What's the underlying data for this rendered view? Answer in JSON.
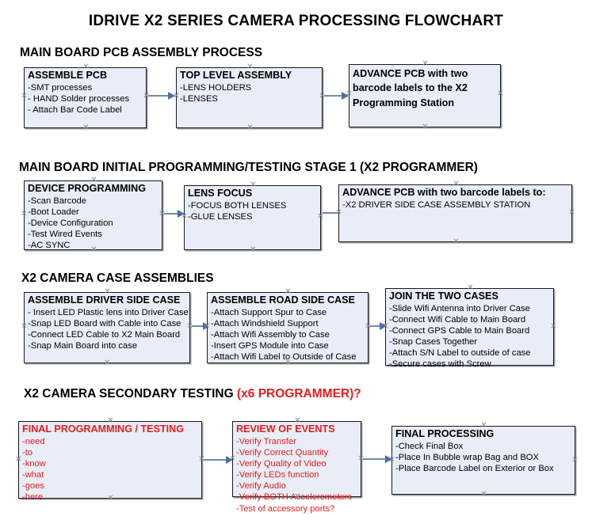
{
  "document": {
    "title": "IDRIVE X2  SERIES CAMERA PROCESSING FLOWCHART"
  },
  "sections": [
    {
      "id": "main-board-pcb-assembly",
      "heading": "MAIN BOARD PCB ASSEMBLY PROCESS",
      "heading_suffix": "",
      "nodes": [
        {
          "id": "assemble-pcb",
          "title": "ASSEMBLE PCB",
          "lines": [
            "-SMT processes",
            "- HAND Solder processes",
            "- Attach Bar Code Label"
          ],
          "color": "black"
        },
        {
          "id": "top-level-assembly",
          "title": "TOP LEVEL ASSEMBLY",
          "lines": [
            "-LENS HOLDERS",
            "-LENSES"
          ],
          "color": "black"
        },
        {
          "id": "advance-pcb-to-x2-programming-station",
          "title": "ADVANCE PCB with two barcode labels to the  X2 Programming Station",
          "lines": [],
          "color": "black"
        }
      ]
    },
    {
      "id": "main-board-initial-programming",
      "heading": "MAIN BOARD INITIAL PROGRAMMING/TESTING STAGE 1 (X2 PROGRAMMER)",
      "heading_suffix": "",
      "nodes": [
        {
          "id": "device-programming",
          "title": "DEVICE PROGRAMMING",
          "lines": [
            "-Scan Barcode",
            "-Boot Loader",
            "-Device Configuration",
            "-Test Wired Events",
            "-AC SYNC"
          ],
          "color": "black"
        },
        {
          "id": "lens-focus",
          "title": "LENS FOCUS",
          "lines": [
            "-FOCUS BOTH LENSES",
            "-GLUE LENSES"
          ],
          "color": "black"
        },
        {
          "id": "advance-pcb-to-driver-side-case-station",
          "title": "ADVANCE PCB with two barcode labels to:",
          "lines": [
            "-X2 DRIVER  SIDE  CASE  ASSEMBLY STATION"
          ],
          "color": "black"
        }
      ]
    },
    {
      "id": "x2-camera-case-assemblies",
      "heading": "X2 CAMERA CASE ASSEMBLIES",
      "heading_suffix": "",
      "nodes": [
        {
          "id": "assemble-driver-side-case",
          "title": "ASSEMBLE DRIVER SIDE CASE",
          "lines": [
            "- Insert LED Plastic lens into Driver Case",
            "-Snap LED Board with Cable into Case",
            "-Connect LED Cable to X2 Main Board",
            "-Snap Main Board into case"
          ],
          "color": "black"
        },
        {
          "id": "assemble-road-side-case",
          "title": "ASSEMBLE ROAD SIDE CASE",
          "lines": [
            "-Attach Support Spur to Case",
            "-Attach Windshield Support",
            "-Attach Wifi Assembly to Case",
            "-Insert GPS Module into Case",
            "-Attach Wifi Label to Outside of Case"
          ],
          "color": "black"
        },
        {
          "id": "join-the-two-cases",
          "title": "JOIN THE TWO CASES",
          "lines": [
            "-Slide Wifi Antenna into Driver Case",
            "-Connect Wifi Cable to Main Board",
            "-Connect GPS Cable to Main Board",
            "-Snap Cases Together",
            "-Attach S/N Label to outside of case",
            "-Secure cases with Screw"
          ],
          "color": "black"
        }
      ]
    },
    {
      "id": "x2-camera-secondary-testing",
      "heading": "X2 CAMERA SECONDARY TESTING ",
      "heading_suffix": "(x6 PROGRAMMER)?",
      "nodes": [
        {
          "id": "final-programming-testing",
          "title": "FINAL PROGRAMMING / TESTING",
          "lines": [
            "-need",
            "-to",
            "-know",
            "-what",
            "-goes",
            "-here"
          ],
          "color": "red"
        },
        {
          "id": "review-of-events",
          "title": "REVIEW OF EVENTS",
          "lines": [
            "-Verify Transfer",
            "-Verify Correct Quantity",
            "-Verify Quality of Video",
            "-Verify LEDs function",
            "-Verify Audio",
            "-Verify BOTH Accelerometers",
            "-Test of accessory ports?"
          ],
          "color": "red"
        },
        {
          "id": "final-processing",
          "title": "FINAL PROCESSING",
          "lines": [
            " -Check Final Box",
            "-Place In Bubble wrap Bag and BOX",
            "-Place Barcode Label on Exterior or Box"
          ],
          "color": "black"
        }
      ]
    }
  ],
  "colors": {
    "node_fill": "#e8edf7",
    "node_border": "#1a1a1a",
    "accent_red": "#e81c1c",
    "connector": "#4a6fa5"
  },
  "connectors": [
    {
      "id": "c1-1",
      "from": "assemble-pcb",
      "to": "top-level-assembly"
    },
    {
      "id": "c1-2",
      "from": "top-level-assembly",
      "to": "advance-pcb-to-x2-programming-station"
    },
    {
      "id": "c2-1",
      "from": "device-programming",
      "to": "lens-focus"
    },
    {
      "id": "c2-2",
      "from": "lens-focus",
      "to": "advance-pcb-to-driver-side-case-station"
    },
    {
      "id": "c3-1",
      "from": "assemble-driver-side-case",
      "to": "assemble-road-side-case"
    },
    {
      "id": "c3-2",
      "from": "assemble-road-side-case",
      "to": "join-the-two-cases"
    },
    {
      "id": "c4-1",
      "from": "final-programming-testing",
      "to": "review-of-events"
    },
    {
      "id": "c4-2",
      "from": "review-of-events",
      "to": "final-processing"
    }
  ]
}
